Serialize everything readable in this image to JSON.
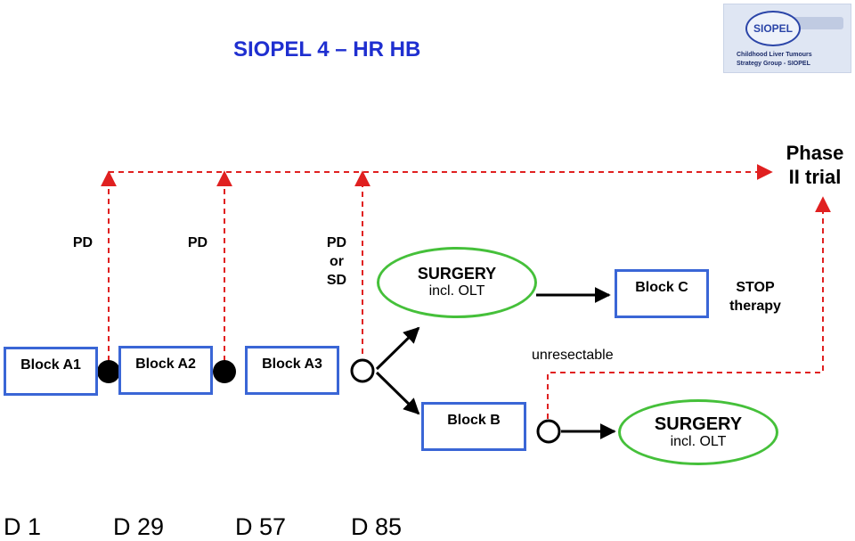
{
  "title": "SIOPEL 4 – HR HB",
  "logo": {
    "name": "SIOPEL",
    "line1": "Childhood Liver Tumours",
    "line2": "Strategy Group - SIOPEL"
  },
  "phase_ii_trial": {
    "line1": "Phase",
    "line2": "II trial"
  },
  "progression_labels": {
    "pd_1": "PD",
    "pd_2": "PD",
    "pd_or_sd": {
      "line1": "PD",
      "line2": "or",
      "line3": "SD"
    }
  },
  "blocks": {
    "a1": "Block A1",
    "a2": "Block A2",
    "a3": "Block A3",
    "b": "Block B",
    "c": "Block C"
  },
  "surgery_1": {
    "line1": "SURGERY",
    "line2": "incl. OLT"
  },
  "surgery_2": {
    "line1": "SURGERY",
    "line2": "incl. OLT"
  },
  "stop_therapy": {
    "line1": "STOP",
    "line2": "therapy"
  },
  "unresectable": "unresectable",
  "timeline": [
    "D 1",
    "D 29",
    "D 57",
    "D 85"
  ],
  "colors": {
    "title": "#1f2fd0",
    "box_border": "#3a66d6",
    "surgery_border": "#45c03a",
    "dashed_arrow": "#e02020"
  }
}
